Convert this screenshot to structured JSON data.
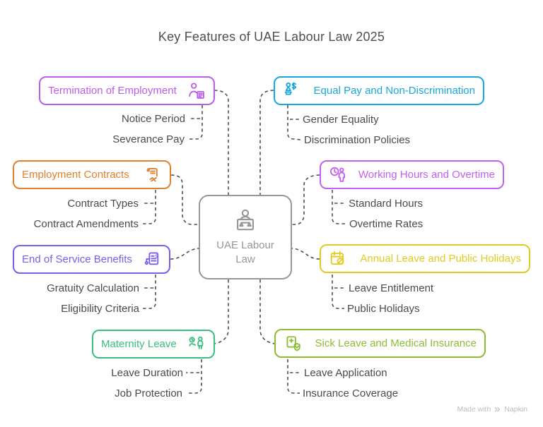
{
  "title": {
    "text": "Key Features of UAE Labour Law 2025",
    "color": "#4f4f4f"
  },
  "center": {
    "label": "UAE Labour Law",
    "color": "#979797",
    "icon": "person-scales-icon"
  },
  "branches": [
    {
      "label": "Termination of Employment",
      "color": "#bd5cea",
      "icon": "person-document-icon",
      "children": [
        "Notice Period",
        "Severance Pay"
      ]
    },
    {
      "label": "Equal Pay and Non-Discrimination",
      "color": "#18a6e0",
      "icon": "equal-pay-scale-icon",
      "children": [
        "Gender Equality",
        "Discrimination Policies"
      ]
    },
    {
      "label": "Employment Contracts",
      "color": "#e0812e",
      "icon": "contract-handshake-icon",
      "children": [
        "Contract Types",
        "Contract Amendments"
      ]
    },
    {
      "label": "Working Hours and Overtime",
      "color": "#c45ff0",
      "icon": "clock-person-icon",
      "children": [
        "Standard Hours",
        "Overtime Rates"
      ]
    },
    {
      "label": "End of Service Benefits",
      "color": "#7a5ded",
      "icon": "money-document-icon",
      "children": [
        "Gratuity Calculation",
        "Eligibility Criteria"
      ]
    },
    {
      "label": "Annual Leave and Public Holidays",
      "color": "#e2ca1f",
      "icon": "calendar-slash-icon",
      "children": [
        "Leave Entitlement",
        "Public Holidays"
      ]
    },
    {
      "label": "Maternity Leave",
      "color": "#38c080",
      "icon": "clock-mother-icon",
      "children": [
        "Leave Duration",
        "Job Protection"
      ]
    },
    {
      "label": "Sick Leave and Medical Insurance",
      "color": "#8cbd32",
      "icon": "medical-shield-icon",
      "children": [
        "Leave Application",
        "Insurance Coverage"
      ]
    }
  ],
  "leaf_text_color": "#4a4a4a",
  "connector_color": "#4f4f4f",
  "watermark": {
    "prefix": "Made with",
    "brand": "Napkin",
    "color": "#bdbdbd"
  }
}
